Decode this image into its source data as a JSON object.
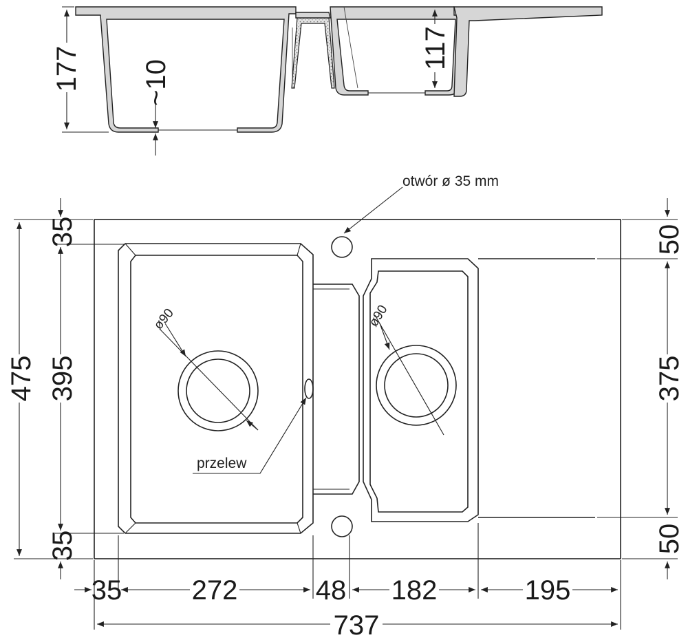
{
  "annotations": {
    "hole": "otwór ø 35 mm",
    "overflow": "przelew",
    "drain_left": "ø90",
    "drain_right": "ø90"
  },
  "section_dims": {
    "depth_main": "177",
    "wall": "~10",
    "depth_small": "117"
  },
  "left_dims": {
    "total": "475",
    "inner": "395",
    "top_margin": "35",
    "bottom_margin": "35"
  },
  "right_dims": {
    "top": "50",
    "inner": "375",
    "bottom": "50"
  },
  "bottom_dims": {
    "d1": "35",
    "d2": "272",
    "d3": "48",
    "d4": "182",
    "d5": "195",
    "total": "737"
  },
  "colors": {
    "line": "#222222",
    "section_fill": "#d6d6d6",
    "background": "#ffffff"
  }
}
